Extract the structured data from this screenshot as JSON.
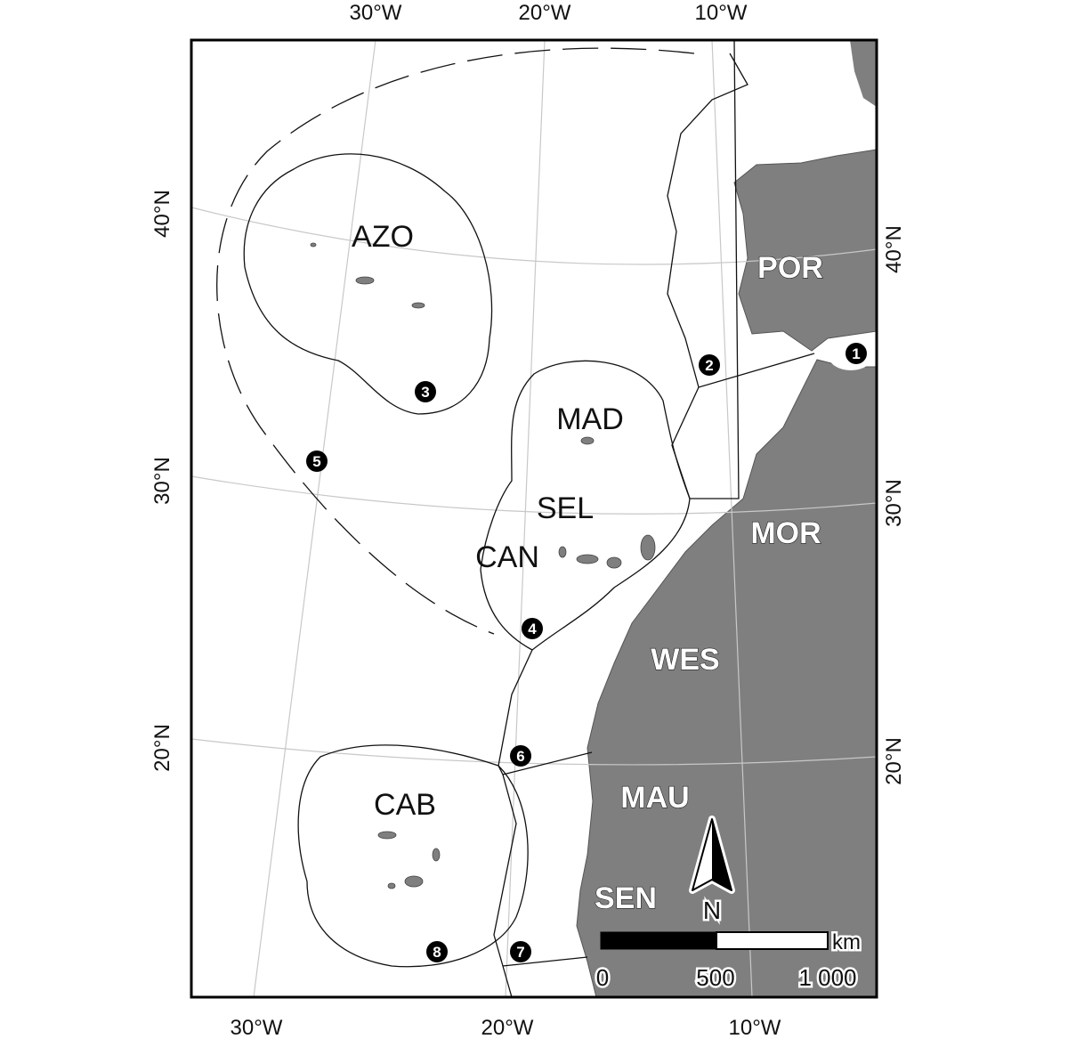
{
  "map": {
    "top_ticks": [
      "30°W",
      "20°W",
      "10°W"
    ],
    "bottom_ticks": [
      "30°W",
      "20°W",
      "10°W"
    ],
    "left_ticks": [
      "40°N",
      "30°N",
      "20°N"
    ],
    "right_ticks": [
      "40°N",
      "30°N",
      "20°N"
    ],
    "regions": [
      "AZO",
      "POR",
      "MAD",
      "SEL",
      "CAN",
      "MOR",
      "WES",
      "MAU",
      "CAB",
      "SEN"
    ],
    "markers": [
      "1",
      "2",
      "3",
      "4",
      "5",
      "6",
      "7",
      "8"
    ],
    "north_label": "N",
    "scale": {
      "unit": "km",
      "labels": [
        "0",
        "500",
        "1 000"
      ]
    },
    "colors": {
      "land": "#7f7f7f",
      "sea": "#ffffff"
    }
  }
}
